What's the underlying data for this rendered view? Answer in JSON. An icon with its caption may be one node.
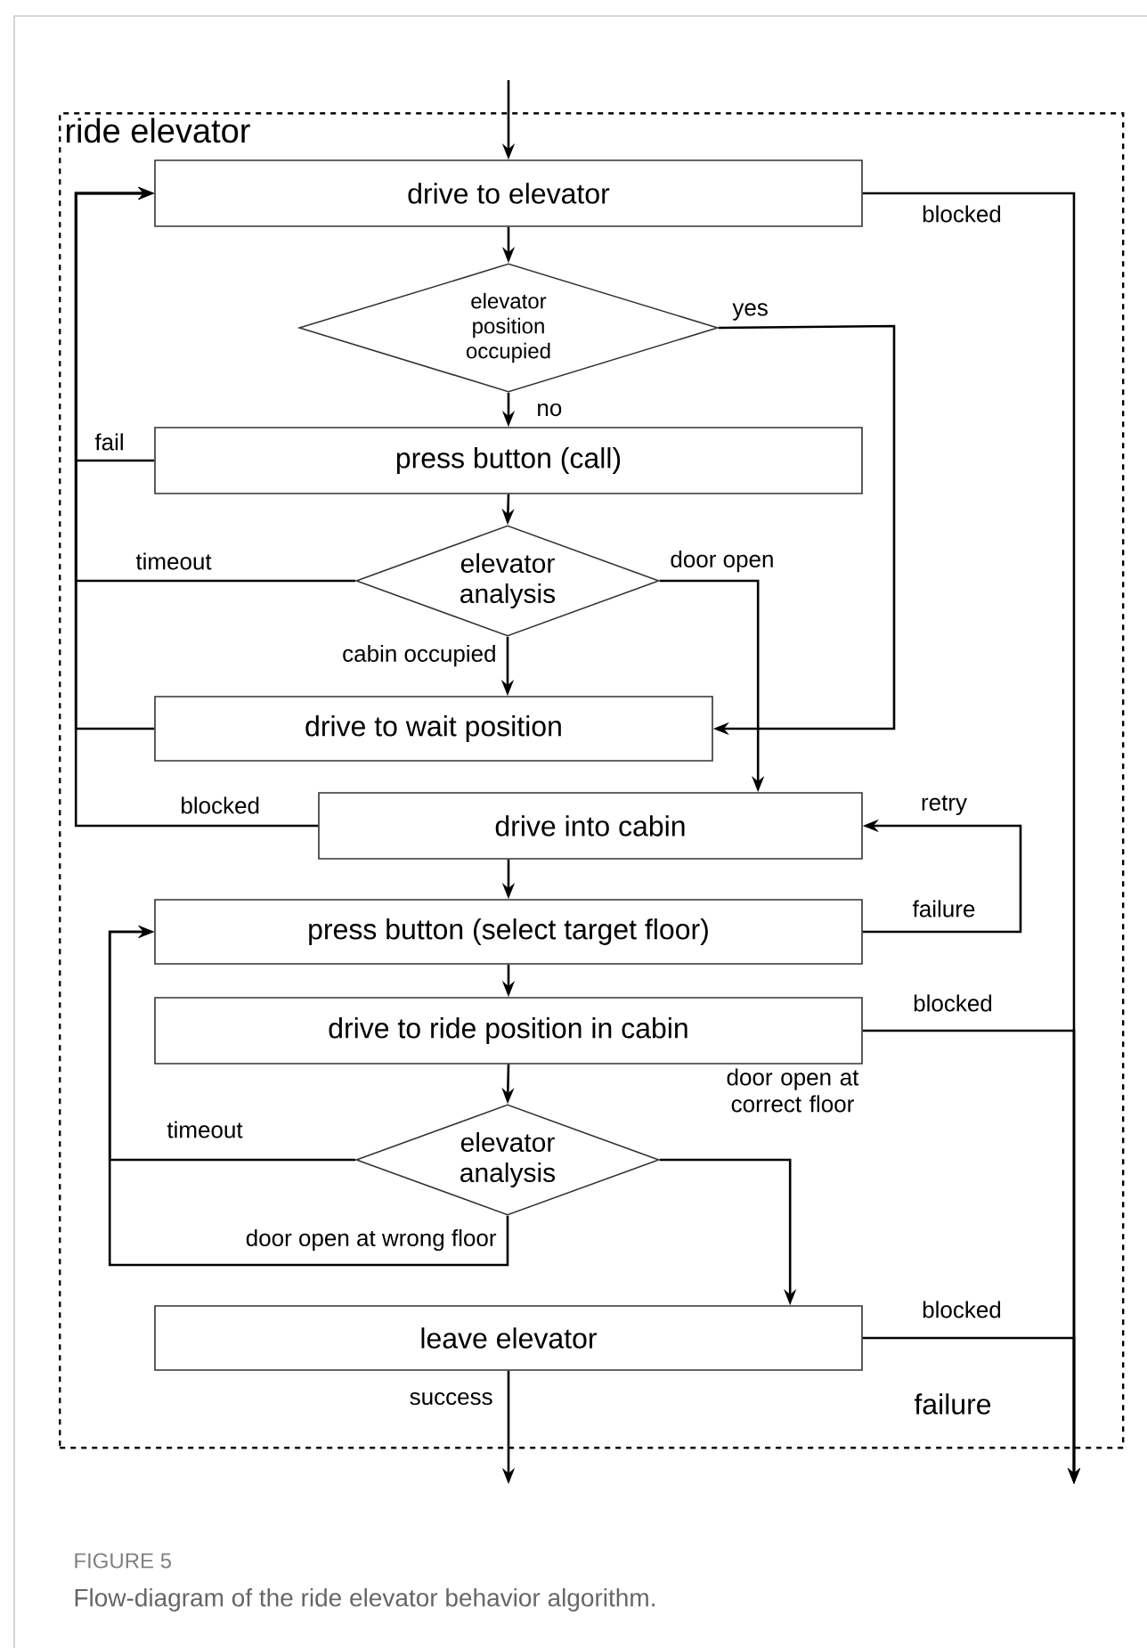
{
  "diagram": {
    "caption": "Flow-diagram of the ride elevator behavior algorithm.",
    "nodes": [
      {
        "text": [
          "ride elevator"
        ]
      },
      {
        "text": [
          "drive to elevator"
        ],
        "in": 0
      },
      {
        "text": [
          "elevator position occupied"
        ],
        "in": 0
      },
      {
        "text": [
          "press button (call)"
        ],
        "in": 0
      },
      {
        "text": [
          "elevator analysis"
        ],
        "in": 0
      },
      {
        "text": [
          "drive to wait position"
        ],
        "in": 0
      },
      {
        "text": [
          "drive into cabin"
        ],
        "in": 0
      },
      {
        "text": [
          "press button (select target floor)"
        ],
        "in": 0
      },
      {
        "text": [
          "drive to ride position in cabin"
        ],
        "in": 0
      },
      {
        "text": [
          "elevator analysis"
        ],
        "in": 0
      },
      {
        "text": [
          "leave elevator"
        ],
        "in": 0
      }
    ],
    "edges": [
      {
        "from": null,
        "to": 1,
        "arrow": "to"
      },
      {
        "from": 1,
        "to": 2,
        "arrow": "to"
      },
      {
        "from": 2,
        "to": 3,
        "arrow": "to",
        "label": "no"
      },
      {
        "from": 2,
        "to": 5,
        "arrow": "to",
        "label": "yes"
      },
      {
        "from": 3,
        "to": 4,
        "arrow": "to"
      },
      {
        "from": 3,
        "to": 1,
        "arrow": "to",
        "label": "fail"
      },
      {
        "from": 4,
        "to": 1,
        "arrow": "to",
        "label": "timeout"
      },
      {
        "from": 4,
        "to": 5,
        "arrow": "to",
        "label": "cabin occupied"
      },
      {
        "from": 4,
        "to": 6,
        "arrow": "to",
        "label": "door open"
      },
      {
        "from": 5,
        "to": 1,
        "arrow": "to"
      },
      {
        "from": 6,
        "to": 1,
        "arrow": "to",
        "label": "blocked"
      },
      {
        "from": 6,
        "to": 7,
        "arrow": "to"
      },
      {
        "from": 7,
        "to": 6,
        "arrow": "to",
        "label": "failure"
      },
      {
        "from": 7,
        "to": 8,
        "arrow": "to"
      },
      {
        "from": 1,
        "to": null,
        "arrow": "to",
        "label": "blocked"
      },
      {
        "from": 8,
        "to": null,
        "arrow": "to",
        "label": "blocked"
      },
      {
        "from": 10,
        "to": null,
        "arrow": "to",
        "label": "blocked"
      },
      {
        "from": 8,
        "to": 9,
        "arrow": "to"
      },
      {
        "from": 9,
        "to": 7,
        "arrow": "to",
        "label": "timeout"
      },
      {
        "from": 9,
        "to": 7,
        "arrow": "to",
        "label": "door open at wrong floor"
      },
      {
        "from": 9,
        "to": 10,
        "arrow": "to",
        "label": "door open at correct floor"
      },
      {
        "from": 10,
        "to": null,
        "arrow": "to",
        "label": "success"
      }
    ],
    "labels": [
      "retry",
      "failure",
      "FIGURE 5"
    ]
  }
}
